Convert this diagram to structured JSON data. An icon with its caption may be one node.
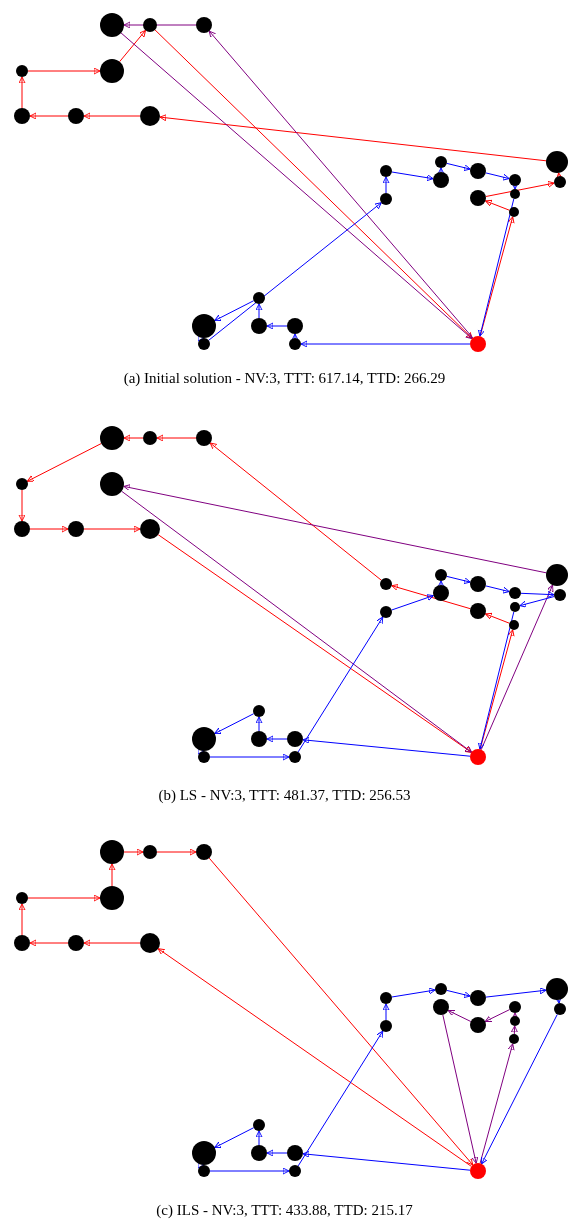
{
  "diagram": {
    "nodes": [
      {
        "text": [],
        "shape": "circle"
      },
      {
        "text": [],
        "shape": "circle"
      },
      {
        "text": [],
        "shape": "circle"
      },
      {
        "text": [],
        "shape": "circle"
      },
      {
        "text": [],
        "shape": "circle"
      },
      {
        "text": [],
        "shape": "circle"
      },
      {
        "text": [],
        "shape": "circle"
      },
      {
        "text": [],
        "shape": "circle"
      },
      {
        "text": [],
        "shape": "circle"
      },
      {
        "text": [],
        "shape": "circle"
      },
      {
        "text": [],
        "shape": "circle"
      },
      {
        "text": [],
        "shape": "circle"
      },
      {
        "text": [],
        "shape": "circle"
      },
      {
        "text": [],
        "shape": "circle"
      },
      {
        "text": [],
        "shape": "circle"
      },
      {
        "text": [],
        "shape": "circle"
      },
      {
        "text": [],
        "shape": "circle"
      },
      {
        "text": [],
        "shape": "circle"
      },
      {
        "text": [],
        "shape": "circle"
      },
      {
        "text": [],
        "shape": "circle"
      },
      {
        "text": [],
        "shape": "circle"
      },
      {
        "text": [],
        "shape": "circle"
      },
      {
        "text": [],
        "shape": "circle"
      },
      {
        "text": [],
        "shape": "circle"
      },
      {
        "text": [],
        "shape": "circle"
      },
      {
        "text": [],
        "shape": "circle"
      },
      {
        "text": [],
        "shape": "circle"
      },
      {
        "text": [],
        "shape": "circle"
      },
      {
        "text": [],
        "shape": "circle"
      },
      {
        "text": [],
        "shape": "circle"
      },
      {
        "text": [],
        "shape": "circle"
      },
      {
        "text": [],
        "shape": "circle"
      },
      {
        "text": [],
        "shape": "circle"
      },
      {
        "text": [],
        "shape": "circle"
      },
      {
        "text": [],
        "shape": "circle"
      },
      {
        "text": [],
        "shape": "circle"
      },
      {
        "text": [],
        "shape": "circle"
      },
      {
        "text": [],
        "shape": "circle"
      },
      {
        "text": [],
        "shape": "circle"
      },
      {
        "text": [],
        "shape": "circle"
      },
      {
        "text": [],
        "shape": "circle"
      },
      {
        "text": [],
        "shape": "circle"
      },
      {
        "text": [],
        "shape": "circle"
      },
      {
        "text": [],
        "shape": "circle"
      },
      {
        "text": [],
        "shape": "circle"
      },
      {
        "text": [],
        "shape": "circle"
      },
      {
        "text": [],
        "shape": "circle"
      },
      {
        "text": [],
        "shape": "circle"
      },
      {
        "text": [],
        "shape": "circle"
      },
      {
        "text": [],
        "shape": "circle"
      },
      {
        "text": [],
        "shape": "circle"
      },
      {
        "text": [],
        "shape": "circle"
      },
      {
        "text": [],
        "shape": "circle"
      },
      {
        "text": [],
        "shape": "circle"
      },
      {
        "text": [],
        "shape": "circle"
      },
      {
        "text": [],
        "shape": "circle"
      },
      {
        "text": [],
        "shape": "circle"
      },
      {
        "text": [],
        "shape": "circle"
      },
      {
        "text": [],
        "shape": "circle"
      },
      {
        "text": [],
        "shape": "circle"
      },
      {
        "text": [],
        "shape": "circle"
      },
      {
        "text": [],
        "shape": "circle"
      },
      {
        "text": [],
        "shape": "circle"
      },
      {
        "text": [],
        "shape": "circle"
      },
      {
        "text": [],
        "shape": "circle"
      },
      {
        "text": [],
        "shape": "circle"
      },
      {
        "text": [],
        "shape": "circle"
      },
      {
        "text": [],
        "shape": "circle"
      },
      {
        "text": [],
        "shape": "circle"
      },
      {
        "text": [],
        "shape": "circle"
      },
      {
        "text": [],
        "shape": "circle"
      },
      {
        "text": [],
        "shape": "circle"
      },
      {
        "text": [],
        "shape": "circle"
      },
      {
        "text": [],
        "shape": "circle"
      },
      {
        "text": [],
        "shape": "circle"
      },
      {
        "text": [],
        "shape": "circle"
      },
      {
        "text": [],
        "shape": "circle"
      },
      {
        "text": [],
        "shape": "circle"
      }
    ],
    "edges": [
      {
        "from": 25,
        "to": 18,
        "arrow": "to",
        "color": "#ff0000"
      },
      {
        "from": 18,
        "to": 16,
        "arrow": "to",
        "color": "#ff0000"
      },
      {
        "from": 16,
        "to": 14,
        "arrow": "to",
        "color": "#ff0000"
      },
      {
        "from": 14,
        "to": 9,
        "arrow": "to",
        "color": "#ff0000"
      },
      {
        "from": 9,
        "to": 7,
        "arrow": "to",
        "color": "#ff0000"
      },
      {
        "from": 7,
        "to": 6,
        "arrow": "to",
        "color": "#ff0000"
      },
      {
        "from": 6,
        "to": 5,
        "arrow": "to",
        "color": "#ff0000"
      },
      {
        "from": 5,
        "to": 3,
        "arrow": "to",
        "color": "#ff0000"
      },
      {
        "from": 3,
        "to": 4,
        "arrow": "to",
        "color": "#ff0000"
      },
      {
        "from": 4,
        "to": 1,
        "arrow": "to",
        "color": "#ff0000"
      },
      {
        "from": 1,
        "to": 25,
        "arrow": "to",
        "color": "#ff0000"
      },
      {
        "from": 25,
        "to": 2,
        "arrow": "to",
        "color": "#800080"
      },
      {
        "from": 2,
        "to": 0,
        "arrow": "to",
        "color": "#800080"
      },
      {
        "from": 0,
        "to": 25,
        "arrow": "to",
        "color": "#800080"
      },
      {
        "from": 25,
        "to": 24,
        "arrow": "to"
      },
      {
        "from": 24,
        "to": 22,
        "arrow": "to"
      },
      {
        "from": 22,
        "to": 21,
        "arrow": "to"
      },
      {
        "from": 21,
        "to": 19,
        "arrow": "to"
      },
      {
        "from": 19,
        "to": 20,
        "arrow": "to"
      },
      {
        "from": 20,
        "to": 23,
        "arrow": "to"
      },
      {
        "from": 23,
        "to": 15,
        "arrow": "to"
      },
      {
        "from": 15,
        "to": 10,
        "arrow": "to"
      },
      {
        "from": 10,
        "to": 12,
        "arrow": "to"
      },
      {
        "from": 12,
        "to": 8,
        "arrow": "to"
      },
      {
        "from": 8,
        "to": 11,
        "arrow": "to"
      },
      {
        "from": 11,
        "to": 13,
        "arrow": "to"
      },
      {
        "from": 13,
        "to": 17,
        "arrow": "to"
      },
      {
        "from": 17,
        "to": 25,
        "arrow": "to"
      },
      {
        "from": 51,
        "to": 44,
        "arrow": "to",
        "color": "#ff0000"
      },
      {
        "from": 44,
        "to": 42,
        "arrow": "to",
        "color": "#ff0000"
      },
      {
        "from": 42,
        "to": 36,
        "arrow": "to",
        "color": "#ff0000"
      },
      {
        "from": 36,
        "to": 28,
        "arrow": "to",
        "color": "#ff0000"
      },
      {
        "from": 28,
        "to": 27,
        "arrow": "to",
        "color": "#ff0000"
      },
      {
        "from": 27,
        "to": 26,
        "arrow": "to",
        "color": "#ff0000"
      },
      {
        "from": 26,
        "to": 29,
        "arrow": "to",
        "color": "#ff0000"
      },
      {
        "from": 29,
        "to": 31,
        "arrow": "to",
        "color": "#ff0000"
      },
      {
        "from": 31,
        "to": 32,
        "arrow": "to",
        "color": "#ff0000"
      },
      {
        "from": 32,
        "to": 33,
        "arrow": "to",
        "color": "#ff0000"
      },
      {
        "from": 33,
        "to": 51,
        "arrow": "to",
        "color": "#ff0000"
      },
      {
        "from": 51,
        "to": 35,
        "arrow": "to",
        "color": "#800080"
      },
      {
        "from": 35,
        "to": 30,
        "arrow": "to",
        "color": "#800080"
      },
      {
        "from": 30,
        "to": 51,
        "arrow": "to",
        "color": "#800080"
      },
      {
        "from": 51,
        "to": 48,
        "arrow": "to"
      },
      {
        "from": 48,
        "to": 47,
        "arrow": "to"
      },
      {
        "from": 47,
        "to": 45,
        "arrow": "to"
      },
      {
        "from": 45,
        "to": 46,
        "arrow": "to"
      },
      {
        "from": 46,
        "to": 49,
        "arrow": "to"
      },
      {
        "from": 49,
        "to": 50,
        "arrow": "to"
      },
      {
        "from": 50,
        "to": 41,
        "arrow": "to"
      },
      {
        "from": 41,
        "to": 38,
        "arrow": "to"
      },
      {
        "from": 38,
        "to": 34,
        "arrow": "to"
      },
      {
        "from": 34,
        "to": 37,
        "arrow": "to"
      },
      {
        "from": 37,
        "to": 39,
        "arrow": "to"
      },
      {
        "from": 39,
        "to": 40,
        "arrow": "to"
      },
      {
        "from": 40,
        "to": 43,
        "arrow": "to"
      },
      {
        "from": 43,
        "to": 51,
        "arrow": "to"
      },
      {
        "from": 77,
        "to": 59,
        "arrow": "to",
        "color": "#ff0000"
      },
      {
        "from": 59,
        "to": 58,
        "arrow": "to",
        "color": "#ff0000"
      },
      {
        "from": 58,
        "to": 57,
        "arrow": "to",
        "color": "#ff0000"
      },
      {
        "from": 57,
        "to": 55,
        "arrow": "to",
        "color": "#ff0000"
      },
      {
        "from": 55,
        "to": 56,
        "arrow": "to",
        "color": "#ff0000"
      },
      {
        "from": 56,
        "to": 52,
        "arrow": "to",
        "color": "#ff0000"
      },
      {
        "from": 52,
        "to": 53,
        "arrow": "to",
        "color": "#ff0000"
      },
      {
        "from": 53,
        "to": 54,
        "arrow": "to",
        "color": "#ff0000"
      },
      {
        "from": 54,
        "to": 77,
        "arrow": "to",
        "color": "#ff0000"
      },
      {
        "from": 77,
        "to": 70,
        "arrow": "to",
        "color": "#800080"
      },
      {
        "from": 70,
        "to": 69,
        "arrow": "to",
        "color": "#800080"
      },
      {
        "from": 69,
        "to": 65,
        "arrow": "to",
        "color": "#800080"
      },
      {
        "from": 65,
        "to": 68,
        "arrow": "to",
        "color": "#800080"
      },
      {
        "from": 68,
        "to": 64,
        "arrow": "to",
        "color": "#800080"
      },
      {
        "from": 64,
        "to": 77,
        "arrow": "to",
        "color": "#800080"
      },
      {
        "from": 77,
        "to": 74,
        "arrow": "to"
      },
      {
        "from": 74,
        "to": 73,
        "arrow": "to"
      },
      {
        "from": 73,
        "to": 71,
        "arrow": "to"
      },
      {
        "from": 71,
        "to": 72,
        "arrow": "to"
      },
      {
        "from": 72,
        "to": 75,
        "arrow": "to"
      },
      {
        "from": 75,
        "to": 76,
        "arrow": "to"
      },
      {
        "from": 76,
        "to": 67,
        "arrow": "to"
      },
      {
        "from": 67,
        "to": 62,
        "arrow": "to"
      },
      {
        "from": 62,
        "to": 60,
        "arrow": "to"
      },
      {
        "from": 60,
        "to": 63,
        "arrow": "to"
      },
      {
        "from": 63,
        "to": 61,
        "arrow": "to"
      },
      {
        "from": 61,
        "to": 66,
        "arrow": "to"
      },
      {
        "from": 66,
        "to": 77,
        "arrow": "to"
      }
    ],
    "labels": [
      "(a) Initial solution - NV:3, TTT: 617.14, TTD: 266.29",
      "(b) LS - NV:3, TTT: 481.37, TTD: 256.53",
      "(c) ILS - NV:3, TTT: 433.88, TTD: 215.17"
    ]
  }
}
